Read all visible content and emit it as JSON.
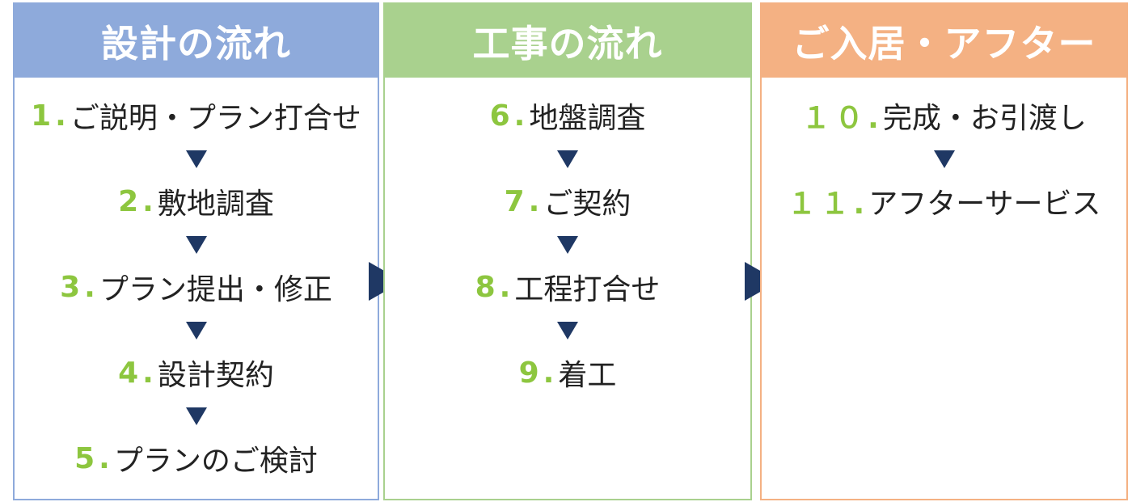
{
  "columns": [
    {
      "title": "設計の流れ",
      "steps": [
        {
          "num": "1.",
          "label": "ご説明・プラン打合せ"
        },
        {
          "num": "2.",
          "label": "敷地調査"
        },
        {
          "num": "3.",
          "label": "プラン提出・修正"
        },
        {
          "num": "4.",
          "label": "設計契約"
        },
        {
          "num": "5.",
          "label": "プランのご検討"
        }
      ]
    },
    {
      "title": "工事の流れ",
      "steps": [
        {
          "num": "6.",
          "label": "地盤調査"
        },
        {
          "num": "7.",
          "label": "ご契約"
        },
        {
          "num": "8.",
          "label": "工程打合せ"
        },
        {
          "num": "9.",
          "label": "着工"
        }
      ]
    },
    {
      "title": "ご入居・アフター",
      "steps": [
        {
          "num": "１０.",
          "label": "完成・お引渡し"
        },
        {
          "num": "１１.",
          "label": "アフターサービス"
        }
      ]
    }
  ],
  "colors": {
    "design": "#8eaadb",
    "construction": "#a9d18e",
    "after": "#f4b183",
    "step_number": "#8dc63f",
    "arrow": "#1f3864"
  }
}
